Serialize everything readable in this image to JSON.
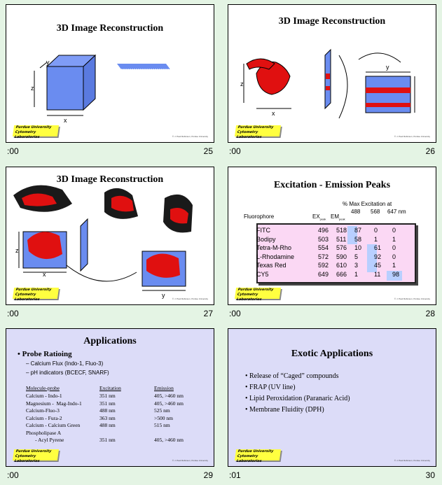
{
  "slides": [
    {
      "title": "3D Image Reconstruction",
      "time": ":00",
      "number": "25",
      "axes": {
        "x": "x",
        "y": "y",
        "z": "z"
      }
    },
    {
      "title": "3D Image Reconstruction",
      "time": ":00",
      "number": "26",
      "axes": {
        "x": "x",
        "y": "y",
        "z": "z"
      }
    },
    {
      "title": "3D Image Reconstruction",
      "time": ":00",
      "number": "27",
      "axes": {
        "x": "x",
        "y": "y",
        "z": "z"
      }
    },
    {
      "title": "Excitation - Emission Peaks",
      "time": ":00",
      "number": "28"
    },
    {
      "title": "Applications",
      "time": ":00",
      "number": "29"
    },
    {
      "title": "Exotic Applications",
      "time": ":01",
      "number": "30"
    }
  ],
  "peaks": {
    "header_pct": "% Max Excitation at",
    "col_labels": [
      "Fluorophore",
      "EX",
      "peak",
      "EM",
      "peak",
      "488",
      "568",
      "647 nm"
    ],
    "rows": [
      [
        "FITC",
        "496",
        "518",
        "87",
        "0",
        "0"
      ],
      [
        "Bodipy",
        "503",
        "511",
        "58",
        "1",
        "1"
      ],
      [
        "Tetra-M-Rho",
        "554",
        "576",
        "10",
        "61",
        "0"
      ],
      [
        "L-Rhodamine",
        "572",
        "590",
        "5",
        "92",
        "0"
      ],
      [
        "Texas Red",
        "592",
        "610",
        "3",
        "45",
        "1"
      ],
      [
        "CY5",
        "649",
        "666",
        "1",
        "11",
        "98"
      ]
    ]
  },
  "applications": {
    "bullet": "Probe Ratioing",
    "subs": [
      "Calcium Flux (Indo-1, Fluo-3)",
      "pH indicators (BCECF, SNARF)"
    ],
    "headers": [
      "Molecule-probe",
      "Excitation",
      "Emission"
    ],
    "rows": [
      [
        "Calcium - Indo-1",
        "351 nm",
        "405, >460 nm"
      ],
      [
        "Magnesium -  Mag-Indo-1",
        "351 nm",
        "405, >460 nm"
      ],
      [
        "Calcium-Fluo-3",
        "488 nm",
        "525 nm"
      ],
      [
        "Calcium - Fura-2",
        "363 nm",
        ">500 nm"
      ],
      [
        "Calcium - Calcium Green",
        "488 nm",
        "515 nm"
      ],
      [
        "Phospholipase A",
        "",
        ""
      ],
      [
        "       - Acyl Pyrene",
        "351 nm",
        "405, >460 nm"
      ]
    ]
  },
  "exotic": {
    "items": [
      "Release of “Caged” compounds",
      "FRAP (UV line)",
      "Lipid Peroxidation (Paranaric Acid)",
      "Membrane Fluidity (DPH)"
    ]
  },
  "logo_text": [
    "Purdue University",
    "Cytometry Laboratories"
  ],
  "copyright": "© J. Paul Robinson, Purdue University"
}
